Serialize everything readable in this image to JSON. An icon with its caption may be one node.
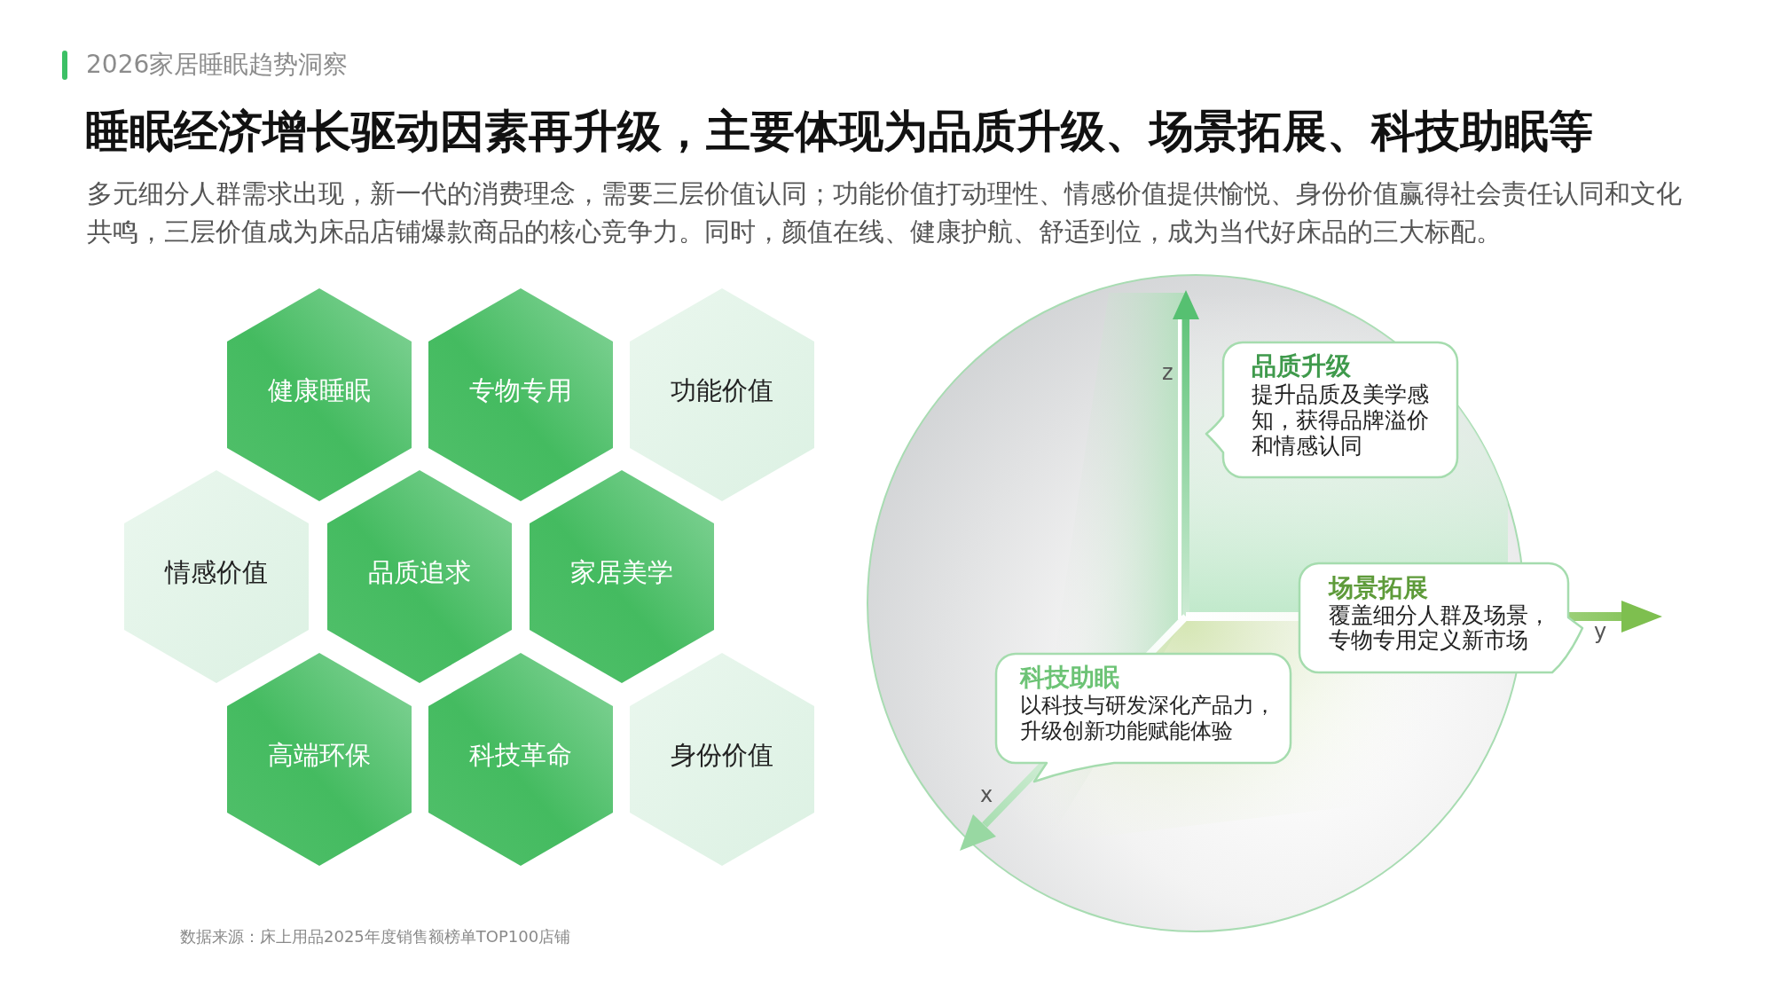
{
  "diagram": {
    "title": "睡眠经济增长驱动因素再升级，主要体现为品质升级、场景拓展、科技助眠等",
    "nodes": [
      {
        "text": [
          "健康睡眠"
        ]
      },
      {
        "text": [
          "专物专用"
        ]
      },
      {
        "text": [
          "功能价值"
        ]
      },
      {
        "text": [
          "情感价值"
        ]
      },
      {
        "text": [
          "品质追求"
        ]
      },
      {
        "text": [
          "家居美学"
        ]
      },
      {
        "text": [
          "高端环保"
        ]
      },
      {
        "text": [
          "科技革命"
        ]
      },
      {
        "text": [
          "身份价值"
        ]
      },
      {
        "text": [
          "品质升级",
          "提升品质及美学感知，获得品牌溢价和情感认同"
        ]
      },
      {
        "text": [
          "场景拓展",
          "覆盖细分人群及场景，专物专用定义新市场"
        ]
      },
      {
        "text": [
          "科技助眠",
          "以科技与研发深化产品力，升级创新功能赋能体验"
        ]
      }
    ],
    "labels": [
      "2026家居睡眠趋势洞察",
      "多元细分人群需求出现，新一代的消费理念，需要三层价值认同；功能价值打动理性、情感价值提供愉悦、身份价值赢得社会责任认同和文化共鸣，三层价值成为床品店铺爆款商品的核心竞争力。同时，颜值在线、健康护航、舒适到位，成为当代好床品的三大标配。",
      "z",
      "y",
      "x",
      "数据来源：床上用品2025年度销售额榜单TOP100店铺"
    ]
  }
}
